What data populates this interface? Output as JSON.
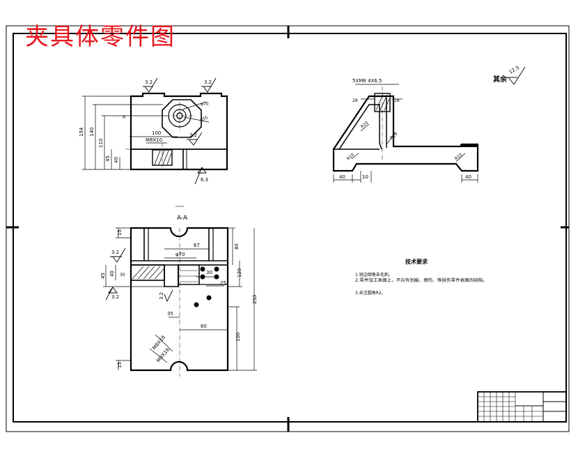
{
  "title": "夹具体零件图",
  "section_label": "A-A",
  "roughness": {
    "rest": "其余",
    "rest_value": "12.5",
    "r32": "3.2",
    "r63": "6.3"
  },
  "tech_requirements": {
    "heading": "技术要求",
    "lines": [
      "1.锐边倒角去毛刺。",
      "2.零件加工表面上，不应有划痕、擦伤、等损伤零件表面的缺陷。",
      "3.未注圆角R2。"
    ]
  },
  "dims": {
    "d154": "154",
    "d140": "140",
    "d110": "110",
    "d45": "45",
    "d40": "40",
    "d100": "100",
    "dphi70": "φ70",
    "dphi55": "φ55",
    "m8x10": "M8X10",
    "d67": "67",
    "d15": "15",
    "d30": "30",
    "d35": "35",
    "d60": "60",
    "d80": "80",
    "d120": "120",
    "d250": "250",
    "d100v": "100",
    "d18": "18",
    "d25": "25",
    "m8x16": "M8X16",
    "phi65": "5XM8 4X6.5",
    "r10": "R10",
    "d40b": "40",
    "d10": "10",
    "d40c": "40",
    "d28": "28"
  }
}
